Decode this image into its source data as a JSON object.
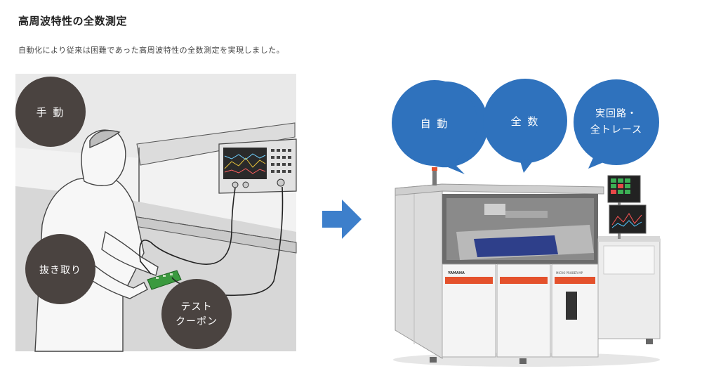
{
  "heading": "高周波特性の全数測定",
  "description": "自動化により従来は困難であった高周波特性の全数測定を実現しました。",
  "manual_labels": {
    "manual": "手 動",
    "extract": "抜き取り",
    "test_line1": "テスト",
    "test_line2": "クーポン"
  },
  "auto_labels": {
    "auto": "自 動",
    "all_count": "全 数",
    "trace_line1": "実回路・",
    "trace_line2": "全トレース"
  },
  "machine": {
    "brand": "YAMAHA",
    "model": "MICRO PROBER MP"
  },
  "colors": {
    "dark_bubble": "#4a4340",
    "blue_bubble": "#2f72bd",
    "arrow": "#3d7fcb",
    "machine_stripe": "#e4512c"
  }
}
